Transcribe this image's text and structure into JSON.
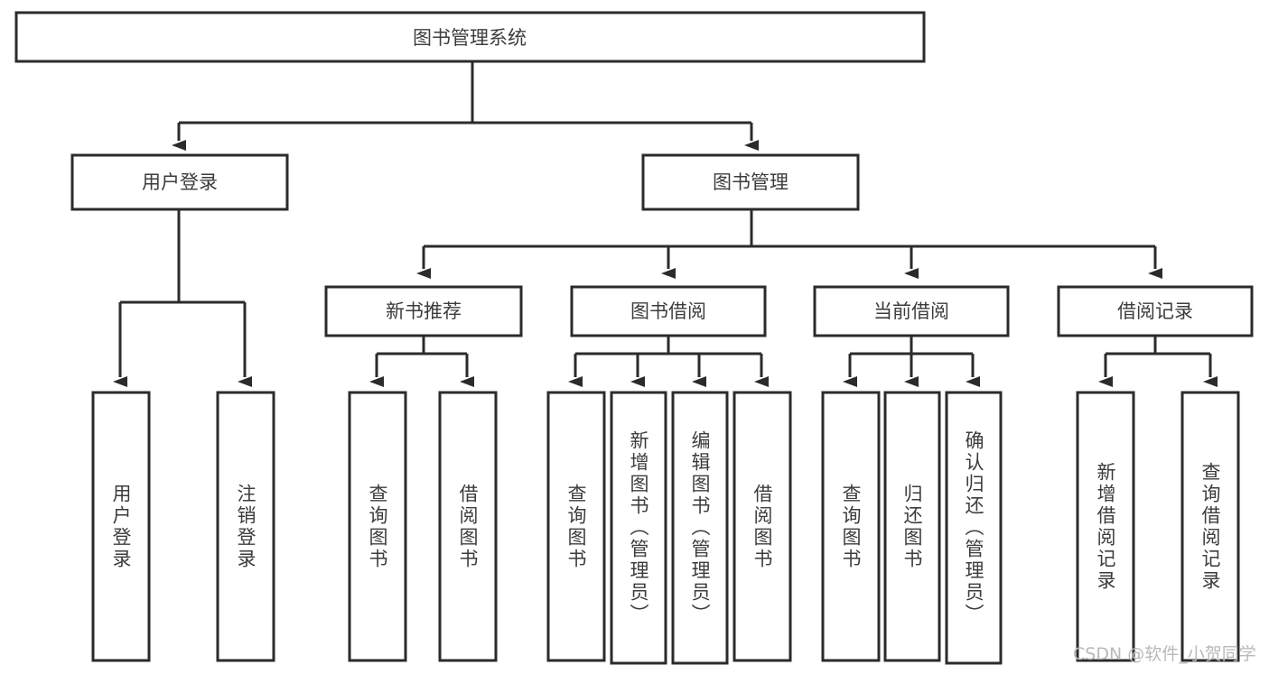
{
  "diagram": {
    "title": "图书管理系统",
    "type": "tree-hierarchy",
    "orientation": "top-down",
    "colors": {
      "background": "#ffffff",
      "box_stroke": "#2b2b2b",
      "box_fill": "#ffffff",
      "connector": "#2b2b2b",
      "text": "#3c3c3c",
      "watermark": "#b9b9b9"
    },
    "root": {
      "id": "root",
      "label": "图书管理系统"
    },
    "level2": [
      {
        "id": "user-login",
        "label": "用户登录"
      },
      {
        "id": "book-manage",
        "label": "图书管理"
      }
    ],
    "level3": [
      {
        "id": "new-book-rec",
        "label": "新书推荐",
        "parent": "book-manage"
      },
      {
        "id": "book-borrow",
        "label": "图书借阅",
        "parent": "book-manage"
      },
      {
        "id": "current-borrow",
        "label": "当前借阅",
        "parent": "book-manage"
      },
      {
        "id": "borrow-record",
        "label": "借阅记录",
        "parent": "book-manage"
      }
    ],
    "leaves": [
      {
        "id": "leaf-user-login",
        "label": "用户登录",
        "parent": "user-login"
      },
      {
        "id": "leaf-logout-login",
        "label": "注销登录",
        "parent": "user-login"
      },
      {
        "id": "leaf-query-book-rec",
        "label": "查询图书",
        "parent": "new-book-rec"
      },
      {
        "id": "leaf-borrow-book-rec",
        "label": "借阅图书",
        "parent": "new-book-rec"
      },
      {
        "id": "leaf-query-book-bor",
        "label": "查询图书",
        "parent": "book-borrow"
      },
      {
        "id": "leaf-add-book",
        "label": "新增图书（管理员）",
        "parent": "book-borrow"
      },
      {
        "id": "leaf-edit-book",
        "label": "编辑图书（管理员）",
        "parent": "book-borrow"
      },
      {
        "id": "leaf-borrow-book-bor",
        "label": "借阅图书",
        "parent": "book-borrow"
      },
      {
        "id": "leaf-query-book-cur",
        "label": "查询图书",
        "parent": "current-borrow"
      },
      {
        "id": "leaf-return-book",
        "label": "归还图书",
        "parent": "current-borrow"
      },
      {
        "id": "leaf-confirm-return",
        "label": "确认归还（管理员）",
        "parent": "current-borrow"
      },
      {
        "id": "leaf-add-record",
        "label": "新增借阅记录",
        "parent": "borrow-record"
      },
      {
        "id": "leaf-query-record",
        "label": "查询借阅记录",
        "parent": "borrow-record"
      }
    ],
    "watermark": "CSDN @软件_小贺同学"
  }
}
